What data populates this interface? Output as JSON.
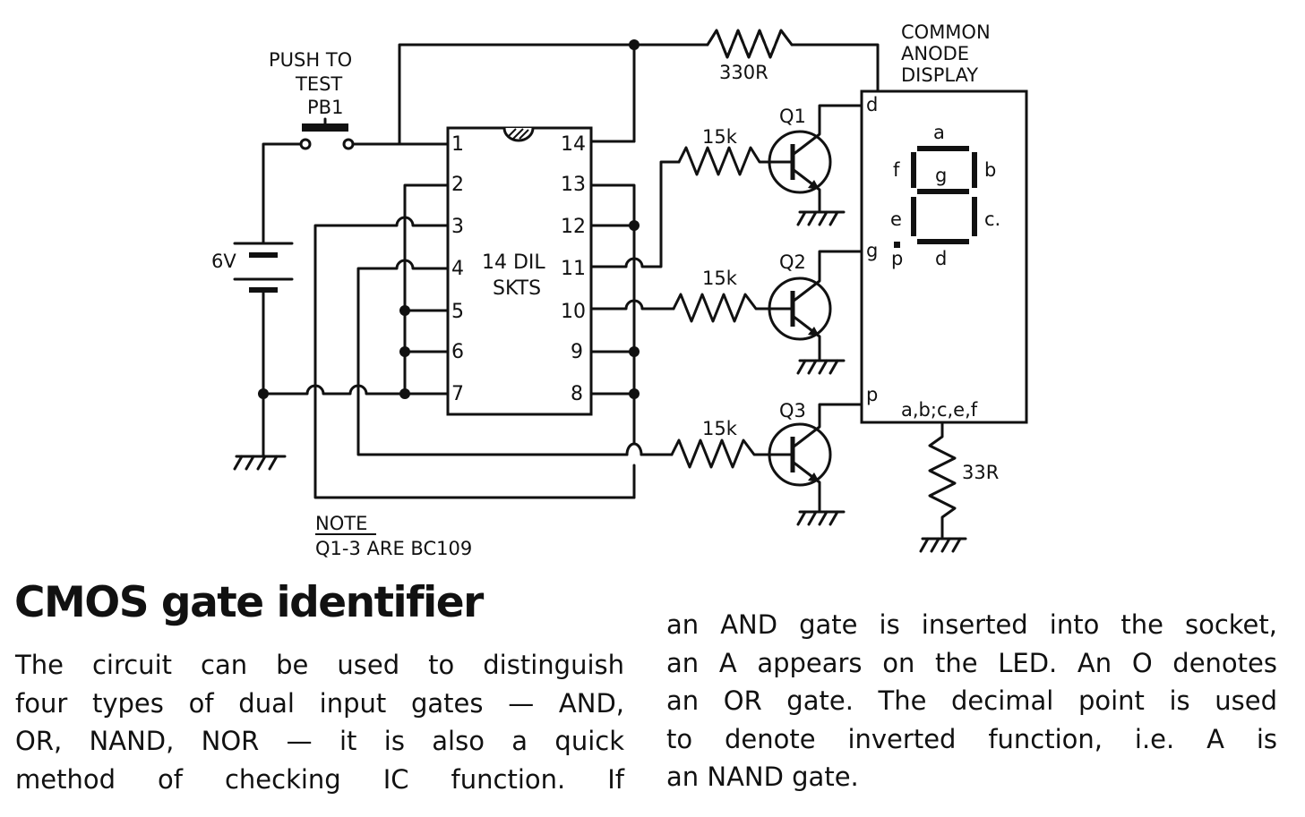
{
  "schematic": {
    "switch_label_1": "PUSH TO",
    "switch_label_2": "TEST",
    "switch_label_3": "PB1",
    "battery_label": "6V",
    "ic_label_1": "14 DIL",
    "ic_label_2": "SKTS",
    "pins": [
      "1",
      "2",
      "3",
      "4",
      "5",
      "6",
      "7",
      "14",
      "13",
      "12",
      "11",
      "10",
      "9",
      "8"
    ],
    "resistor_top": "330R",
    "resistor_base": [
      "15k",
      "15k",
      "15k"
    ],
    "transistors": [
      "Q1",
      "Q2",
      "Q3"
    ],
    "display_label_1": "COMMON",
    "display_label_2": "ANODE",
    "display_label_3": "DISPLAY",
    "display_pins": [
      "d",
      "g",
      "p"
    ],
    "segment_labels": {
      "a": "a",
      "b": "b",
      "c": "c.",
      "d": "d",
      "e": "e",
      "f": "f",
      "g": "g",
      "p": "p"
    },
    "display_common": "a,b;c,e,f",
    "resistor_common": "33R",
    "note_title": "NOTE",
    "note_text": "Q1-3 ARE BC109"
  },
  "article": {
    "title": "CMOS gate identifier",
    "left_lines": [
      "The circuit can be used to distinguish",
      "four types of dual input gates — AND,",
      "OR, NAND, NOR — it is also a quick",
      "method of checking IC function. If"
    ],
    "right_lines": [
      "an AND gate is inserted into the socket,",
      "an A appears on the LED. An O denotes",
      "an OR gate. The decimal point is used",
      "to denote inverted function, i.e. A is",
      "an NAND gate."
    ]
  }
}
